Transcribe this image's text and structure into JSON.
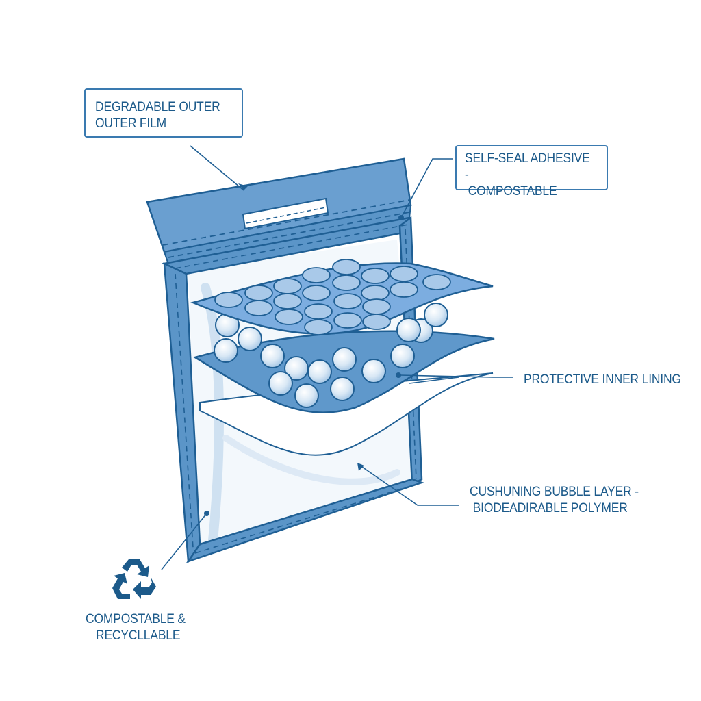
{
  "colors": {
    "outline": "#1f5f94",
    "fill_dark": "#5b95c8",
    "fill_mid": "#8cb7dd",
    "fill_light": "#d6e6f4",
    "text": "#1c5a8a",
    "box_border": "#3a7ab0"
  },
  "labels": {
    "outer_film": {
      "line1": "DEGRADABLE OUTER",
      "line2": "OUTER FILM"
    },
    "adhesive": {
      "line1": "SELF-SEAL ADHESIVE -",
      "line2": " COMPOSTABLE"
    },
    "inner_lining": {
      "line1": "PROTECTIVE INNER LINING"
    },
    "bubble_layer": {
      "line1": "CUSHUNING BUBBLE LAYER -",
      "line2": " BIODEADIRABLE POLYMER"
    },
    "eco": {
      "line1": "COMPOSTABLE &",
      "line2": "RECYCLLABLE",
      "icon": "recycle-icon"
    }
  }
}
